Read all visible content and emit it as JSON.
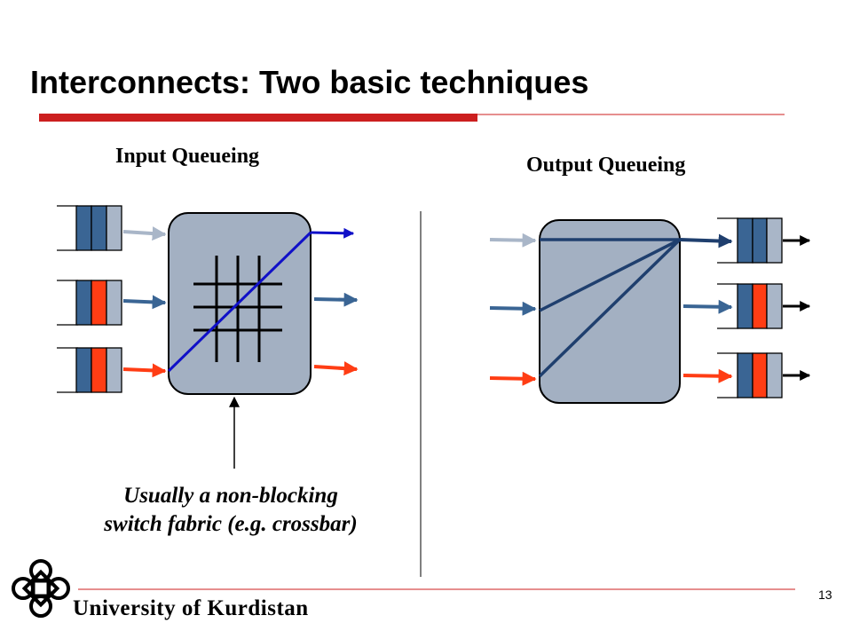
{
  "slide": {
    "title": "Interconnects: Two basic techniques",
    "page_number": "13",
    "colors": {
      "accent_red": "#cc1f1f",
      "queue_blue": "#3a6594",
      "queue_gray": "#a9b6c8",
      "queue_red": "#ff3d14",
      "fabric_gray": "#a3b0c2",
      "crossbar_line": "#1010c8",
      "output_path": "#1f3f6e"
    }
  },
  "input_queueing": {
    "heading": "Input Queueing",
    "caption_line1": "Usually a non-blocking",
    "caption_line2": "switch fabric (e.g. crossbar)"
  },
  "output_queueing": {
    "heading": "Output Queueing"
  },
  "footer": {
    "institution": "University of Kurdistan",
    "logo_icon": "university-logo-icon"
  }
}
